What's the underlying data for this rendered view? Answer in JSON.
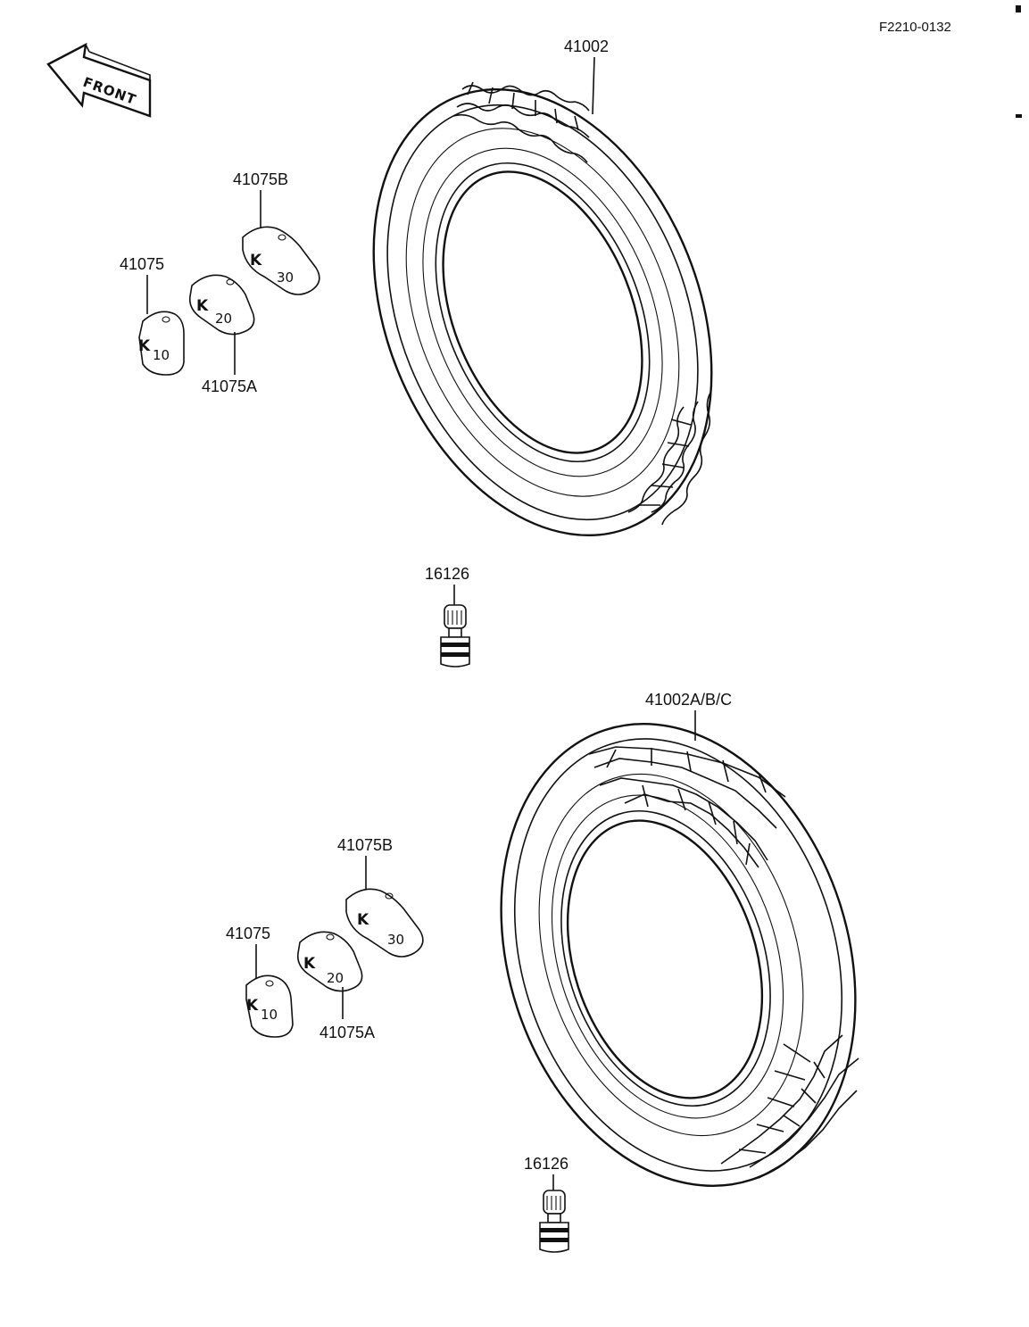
{
  "diagram_code": "F2210-0132",
  "front_label": "FRONT",
  "upper": {
    "tire_part": "41002",
    "valve_part": "16126",
    "weight_b_part": "41075B",
    "weight_part": "41075",
    "weight_a_part": "41075A"
  },
  "lower": {
    "tire_part": "41002A/B/C",
    "valve_part": "16126",
    "weight_b_part": "41075B",
    "weight_part": "41075",
    "weight_a_part": "41075A"
  },
  "weight_marks": {
    "brand": "K",
    "w10": "10",
    "w20": "20",
    "w30": "30"
  }
}
